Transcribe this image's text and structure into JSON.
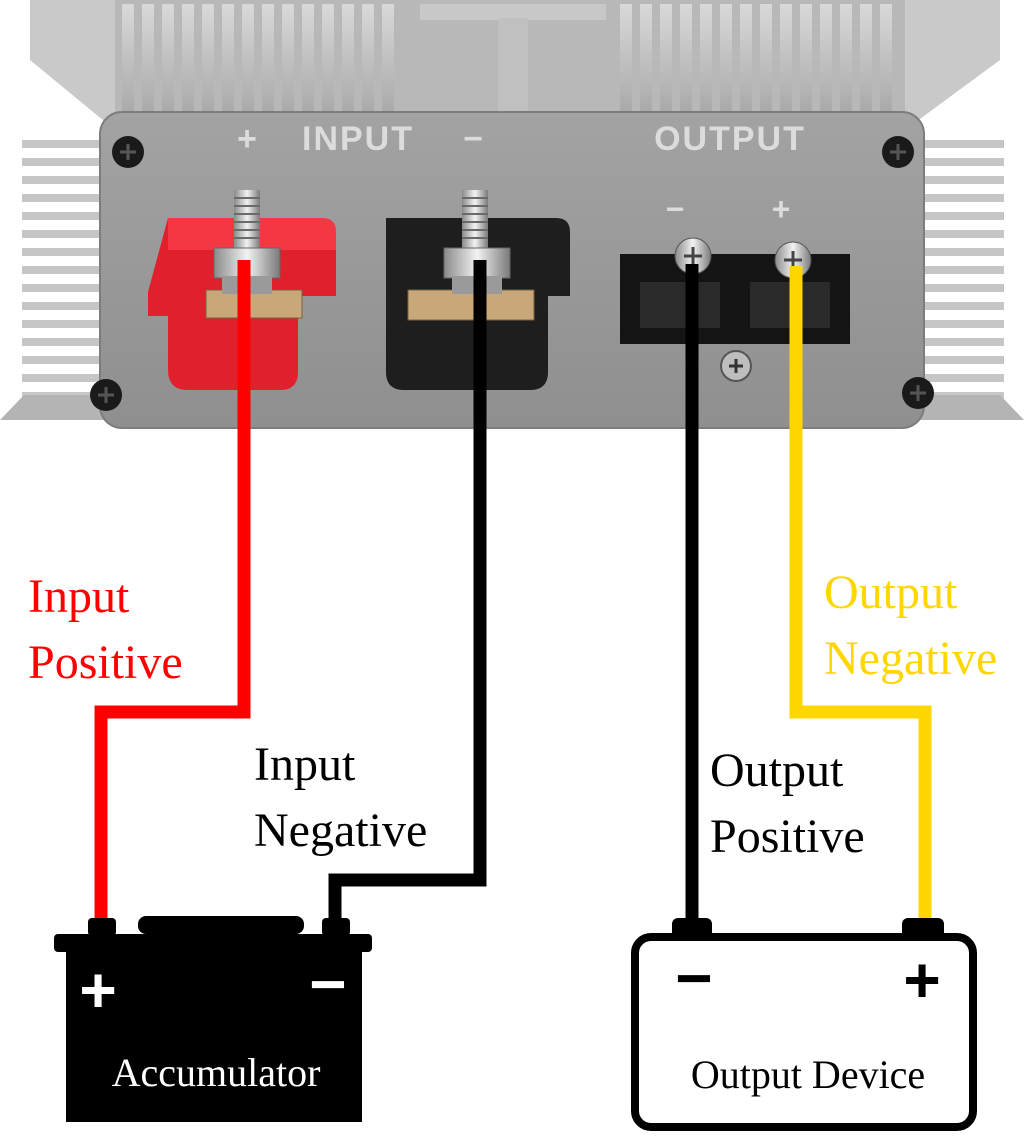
{
  "converter": {
    "input_plus": "+",
    "input_label": "INPUT",
    "input_minus": "−",
    "output_label": "OUTPUT",
    "output_minus": "−",
    "output_plus": "+"
  },
  "labels": {
    "input_positive": [
      "Input",
      "Positive"
    ],
    "input_negative": [
      "Input",
      "Negative"
    ],
    "output_positive": [
      "Output",
      "Positive"
    ],
    "output_negative": [
      "Output",
      "Negative"
    ]
  },
  "accumulator": {
    "plus": "+",
    "minus": "−",
    "name": "Accumulator"
  },
  "output_device": {
    "minus": "−",
    "plus": "+",
    "name": "Output Device"
  },
  "colors": {
    "red_wire": "#ff0000",
    "black_wire": "#000000",
    "yellow_wire": "#ffd600",
    "housing": "#9a9a9a",
    "red_terminal": "#e0202c",
    "black_terminal": "#1e1e1e"
  }
}
